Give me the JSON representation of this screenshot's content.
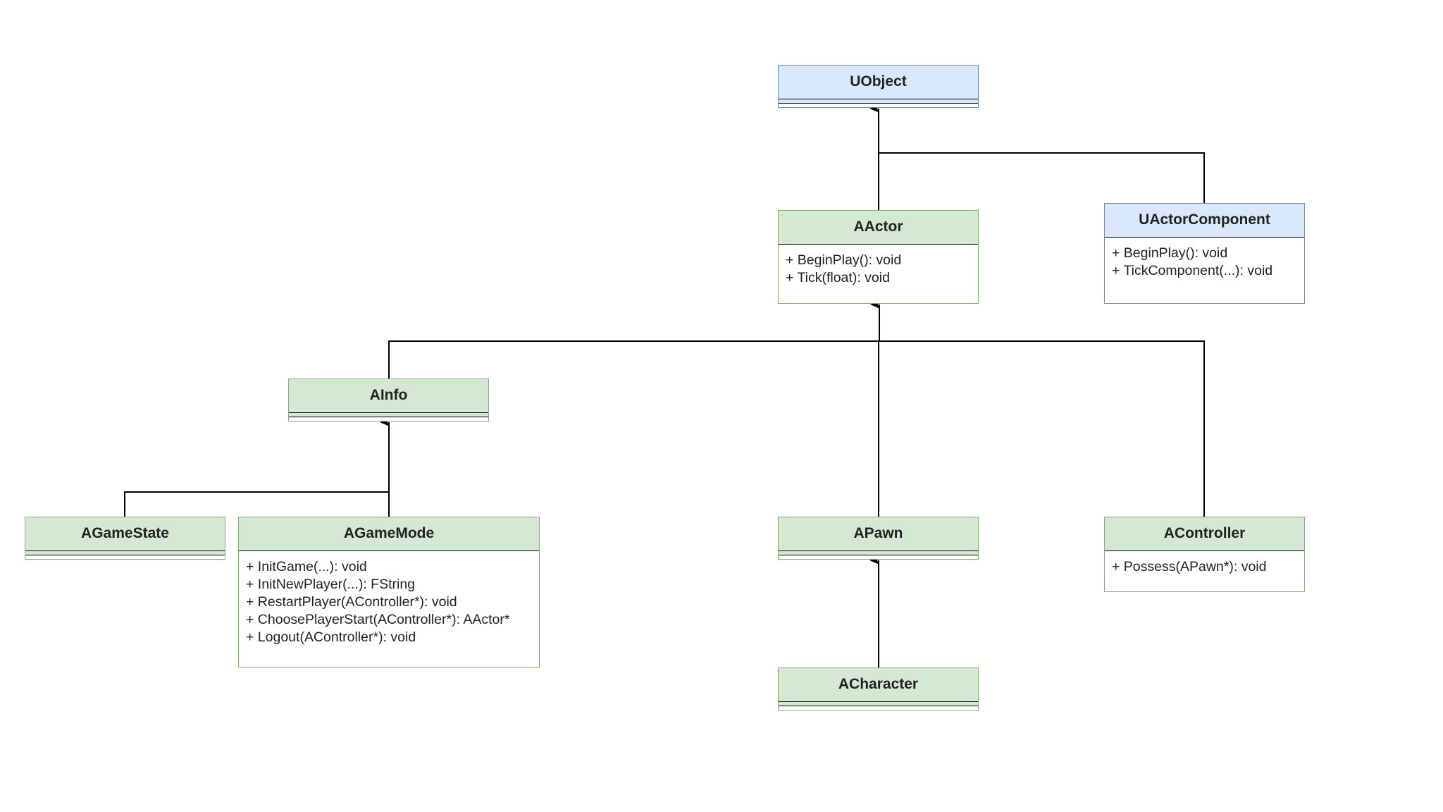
{
  "diagram": {
    "classes": {
      "uobject": {
        "name": "UObject",
        "methods": []
      },
      "aactor": {
        "name": "AActor",
        "methods": [
          "+ BeginPlay(): void",
          "+ Tick(float): void"
        ]
      },
      "uactorcomponent": {
        "name": "UActorComponent",
        "methods": [
          "+ BeginPlay(): void",
          "+ TickComponent(...): void"
        ]
      },
      "ainfo": {
        "name": "AInfo",
        "methods": []
      },
      "agamestate": {
        "name": "AGameState",
        "methods": []
      },
      "agamemode": {
        "name": "AGameMode",
        "methods": [
          "+ InitGame(...): void",
          "+ InitNewPlayer(...): FString",
          "+ RestartPlayer(AController*): void",
          "+ ChoosePlayerStart(AController*): AActor*",
          "+ Logout(AController*): void"
        ]
      },
      "apawn": {
        "name": "APawn",
        "methods": []
      },
      "acontroller": {
        "name": "AController",
        "methods": [
          "+ Possess(APawn*): void"
        ]
      },
      "acharacter": {
        "name": "ACharacter",
        "methods": []
      }
    },
    "inheritance": [
      {
        "child": "AActor",
        "parent": "UObject"
      },
      {
        "child": "UActorComponent",
        "parent": "UObject"
      },
      {
        "child": "AInfo",
        "parent": "AActor"
      },
      {
        "child": "APawn",
        "parent": "AActor"
      },
      {
        "child": "AController",
        "parent": "AActor"
      },
      {
        "child": "AGameState",
        "parent": "AInfo"
      },
      {
        "child": "AGameMode",
        "parent": "AInfo"
      },
      {
        "child": "ACharacter",
        "parent": "APawn"
      }
    ],
    "colors": {
      "green_fill": "#d5e8d4",
      "green_stroke": "#82b366",
      "blue_fill": "#dae8fc",
      "blue_stroke": "#6c8ebf",
      "line": "#000000"
    }
  }
}
